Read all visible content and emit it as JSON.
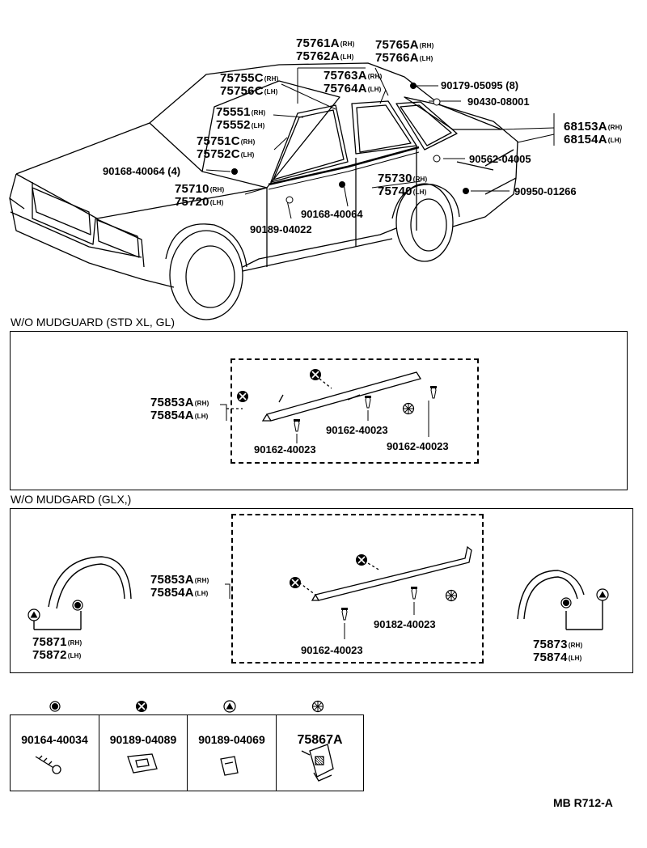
{
  "parts_top": {
    "p75761A": {
      "num": "75761A",
      "side": "(RH)"
    },
    "p75762A": {
      "num": "75762A",
      "side": "(LH)"
    },
    "p75765A": {
      "num": "75765A",
      "side": "(RH)"
    },
    "p75766A": {
      "num": "75766A",
      "side": "(LH)"
    },
    "p75755C": {
      "num": "75755C",
      "side": "(RH)"
    },
    "p75756C": {
      "num": "75756C",
      "side": "(LH)"
    },
    "p75763A": {
      "num": "75763A",
      "side": "(RH)"
    },
    "p75764A": {
      "num": "75764A",
      "side": "(LH)"
    },
    "p75551": {
      "num": "75551",
      "side": "(RH)"
    },
    "p75552": {
      "num": "75552",
      "side": "(LH)"
    },
    "p75751C": {
      "num": "75751C",
      "side": "(RH)"
    },
    "p75752C": {
      "num": "75752C",
      "side": "(LH)"
    },
    "p75710": {
      "num": "75710",
      "side": "(RH)"
    },
    "p75720": {
      "num": "75720",
      "side": "(LH)"
    },
    "p75730": {
      "num": "75730",
      "side": "(RH)"
    },
    "p75740": {
      "num": "75740",
      "side": "(LH)"
    },
    "p68153A": {
      "num": "68153A",
      "side": "(RH)"
    },
    "p68154A": {
      "num": "68154A",
      "side": "(LH)"
    },
    "b90179": "90179-05095 (8)",
    "b90430": "90430-08001",
    "b90562": "90562-04005",
    "b90950": "90950-01266",
    "b90168a": "90168-40064 (4)",
    "b90168b": "90168-40064",
    "b90189": "90189-04022"
  },
  "section1": {
    "title": "W/O MUDGUARD (STD XL, GL)",
    "part_rh": {
      "num": "75853A",
      "side": "(RH)"
    },
    "part_lh": {
      "num": "75854A",
      "side": "(LH)"
    },
    "screw_a": "90162-40023",
    "screw_b": "90162-40023",
    "screw_c": "90162-40023"
  },
  "section2": {
    "title": "W/O MUDGARD (GLX,)",
    "part_rh": {
      "num": "75853A",
      "side": "(RH)"
    },
    "part_lh": {
      "num": "75854A",
      "side": "(LH)"
    },
    "screw_a": "90182-40023",
    "screw_b": "90162-40023",
    "front_rh": {
      "num": "75871",
      "side": "(RH)"
    },
    "front_lh": {
      "num": "75872",
      "side": "(LH)"
    },
    "rear_rh": {
      "num": "75873",
      "side": "(RH)"
    },
    "rear_lh": {
      "num": "75874",
      "side": "(LH)"
    }
  },
  "legend_table": {
    "cells": [
      {
        "code": "90164-40034",
        "symbol": "filled-circle-icon"
      },
      {
        "code": "90189-04089",
        "symbol": "cross-circle-icon"
      },
      {
        "code": "90189-04069",
        "symbol": "triangle-circle-icon"
      },
      {
        "code": "75867A",
        "symbol": "asterisk-circle-icon"
      }
    ]
  },
  "diagram_code": "MB R712-A"
}
